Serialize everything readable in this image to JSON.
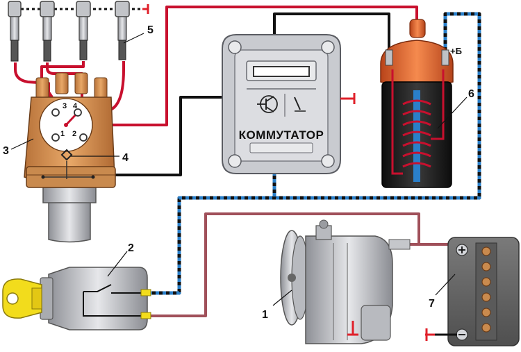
{
  "labels": {
    "n1": "1",
    "n2": "2",
    "n3": "3",
    "n4": "4",
    "n5": "5",
    "n6": "6",
    "n7": "7",
    "plus_b": "+Б",
    "commutator": "КОММУТАТОР",
    "term1": "1",
    "term2": "2",
    "term3": "3",
    "term4": "4"
  },
  "colors": {
    "wire_red": "#c8102e",
    "wire_black": "#111111",
    "wire_blue": "#2a7fc9",
    "wire_brown": "#a0505a",
    "ground": "#e0202a",
    "distributor": "#d6924f",
    "coil_cap": "#e0622c",
    "coil_body": "#1a1a1a",
    "commutator_body": "#c9cbd0",
    "battery_body": "#6b6b6b",
    "key": "#f2dc1c"
  }
}
